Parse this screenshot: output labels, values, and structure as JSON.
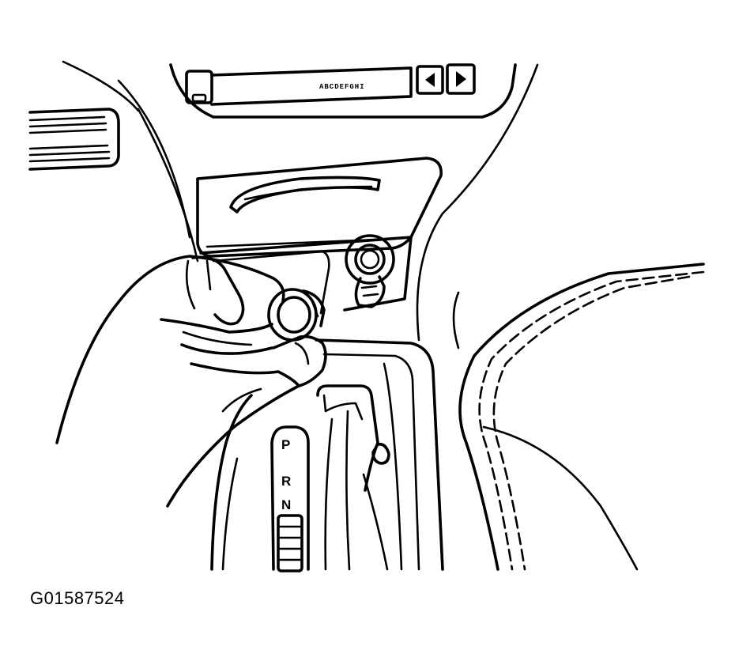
{
  "figure": {
    "code": "G01587524",
    "radio_display_text": "ABCDEFGHI",
    "gear_labels": [
      "P",
      "R",
      "N"
    ]
  },
  "colors": {
    "ink": "#000000",
    "background": "#ffffff"
  }
}
